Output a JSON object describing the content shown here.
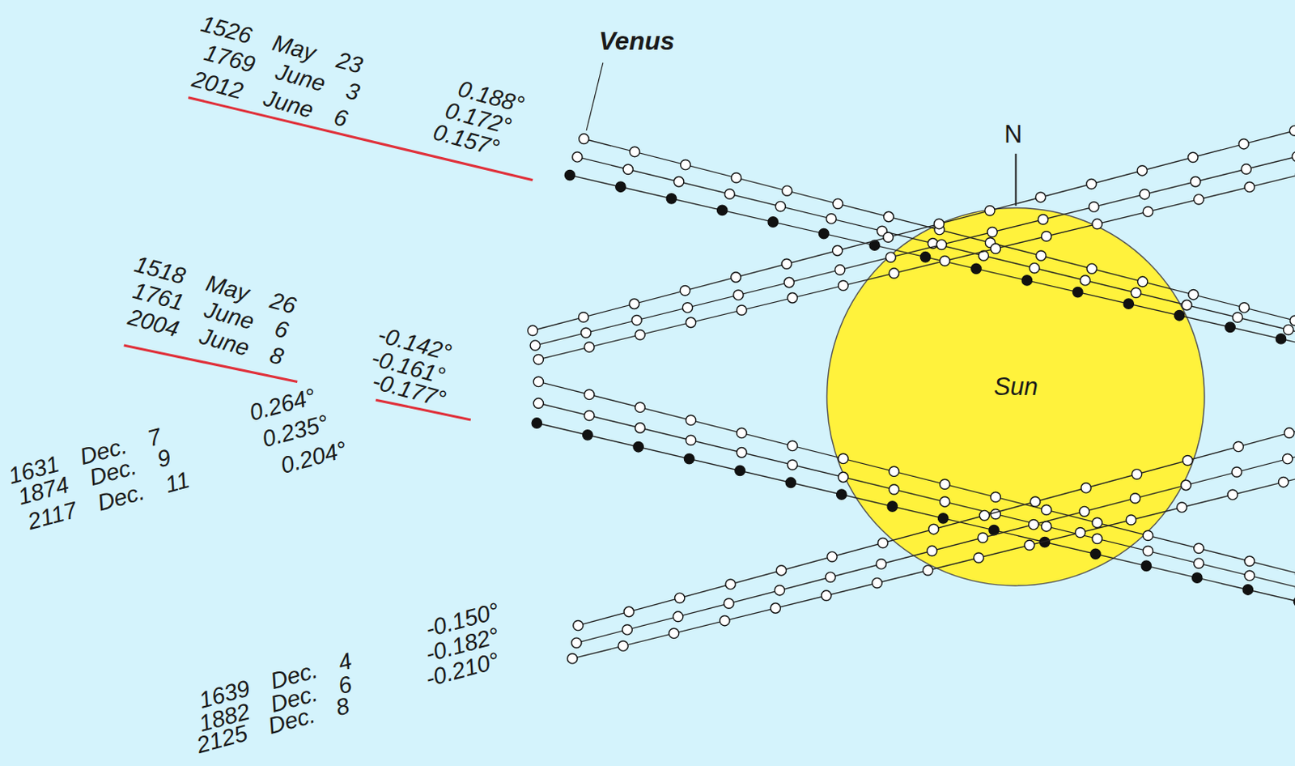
{
  "diagram": {
    "nodes": [
      {
        "text": [
          "Sun"
        ]
      }
    ],
    "labels": [
      "Venus",
      "N",
      "1526 May 23",
      "0.188°",
      "1769 June 3",
      "0.172°",
      "2012 June 6",
      "0.157°",
      "1518 May 26",
      "-0.142°",
      "1761 June 6",
      "-0.161°",
      "2004 June 8",
      "-0.177°",
      "1631 Dec. 7",
      "0.264°",
      "1874 Dec. 9",
      "0.235°",
      "2117 Dec. 11",
      "0.204°",
      "1639 Dec. 4",
      "-0.150°",
      "1882 Dec. 6",
      "-0.182°",
      "2125 Dec. 8",
      "-0.210°"
    ]
  }
}
